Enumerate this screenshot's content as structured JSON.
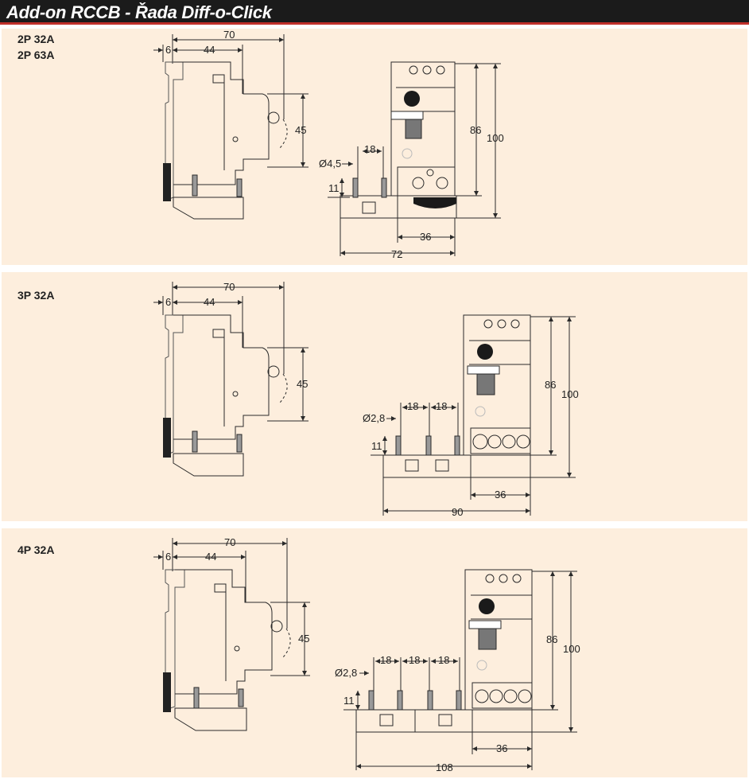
{
  "header": {
    "title": "Add-on RCCB - Řada Diff-o-Click"
  },
  "panels": [
    {
      "labels": [
        "2P 32A",
        "2P 63A"
      ],
      "side_view": {
        "overall_depth": "70",
        "rail_offset": "6",
        "body_depth": "44",
        "front_height": "45"
      },
      "front_view": {
        "hole_diameter": "Ø4,5",
        "pitch": "18",
        "pin_height": "11",
        "pole_width": "36",
        "total_width": "72",
        "height_inner": "86",
        "height_total": "100"
      }
    },
    {
      "labels": [
        "3P 32A"
      ],
      "side_view": {
        "overall_depth": "70",
        "rail_offset": "6",
        "body_depth": "44",
        "front_height": "45"
      },
      "front_view": {
        "hole_diameter": "Ø2,8",
        "pitch": "18",
        "pin_height": "11",
        "pole_width": "36",
        "total_width": "90",
        "height_inner": "86",
        "height_total": "100"
      }
    },
    {
      "labels": [
        "4P 32A"
      ],
      "side_view": {
        "overall_depth": "70",
        "rail_offset": "6",
        "body_depth": "44",
        "front_height": "45"
      },
      "front_view": {
        "hole_diameter": "Ø2,8",
        "pitch": "18",
        "pin_height": "11",
        "pole_width": "36",
        "total_width": "108",
        "height_inner": "86",
        "height_total": "100"
      }
    }
  ]
}
